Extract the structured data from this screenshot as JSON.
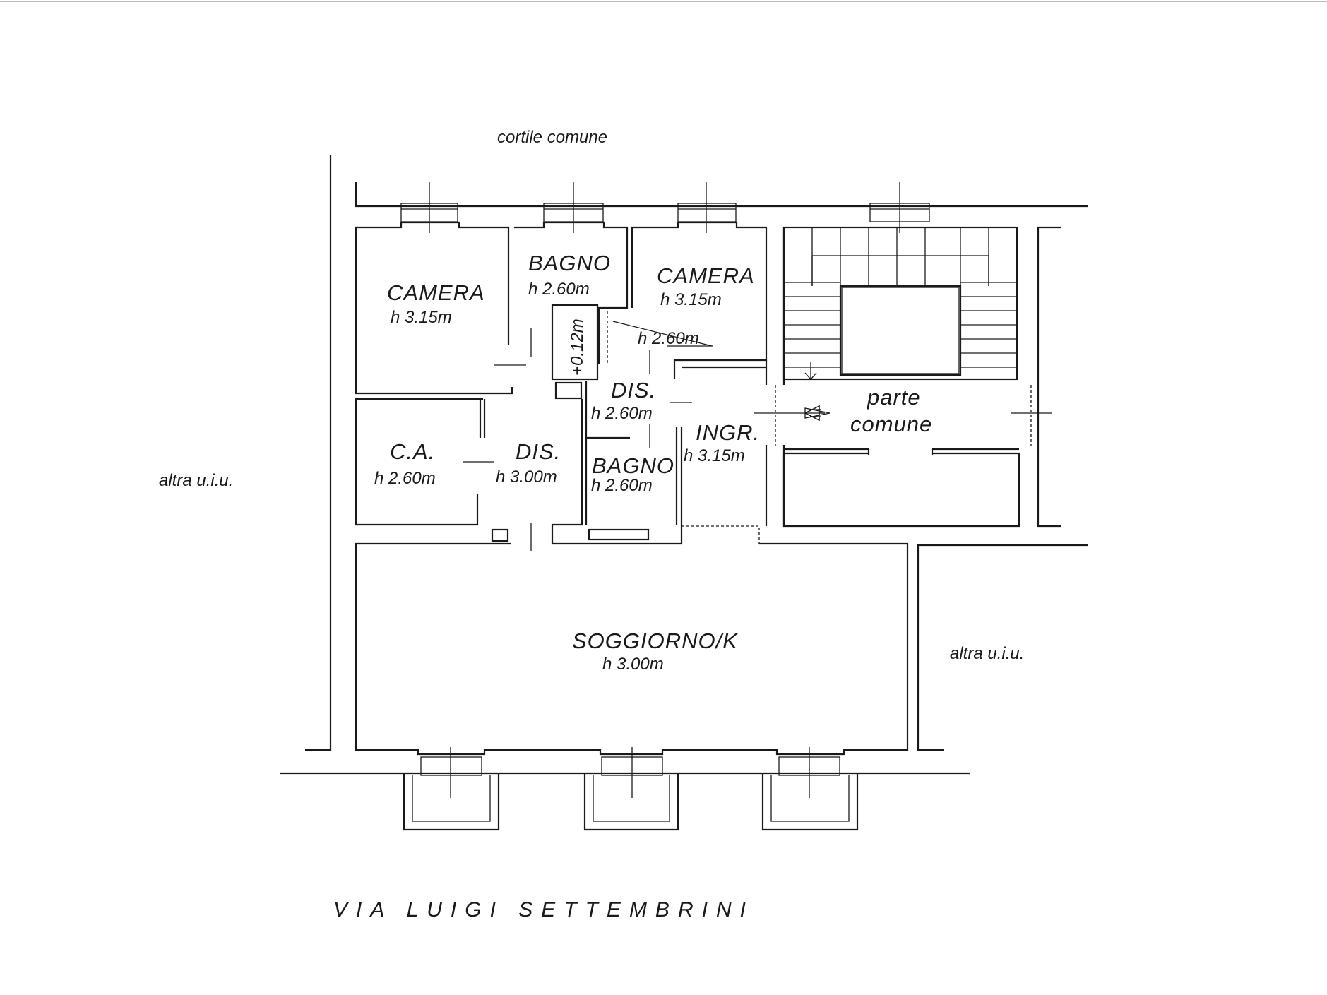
{
  "labels": {
    "courtyard": "cortile comune",
    "other_unit_left": "altra u.i.u.",
    "other_unit_right": "altra u.i.u.",
    "street": "VIA LUIGI SETTEMBRINI",
    "common_area_line1": "parte",
    "common_area_line2": "comune",
    "step_height": "+0.12m",
    "corridor_height_note": "h 2.60m"
  },
  "rooms": {
    "camera_1": {
      "name": "CAMERA",
      "height": "h 3.15m"
    },
    "bagno_1": {
      "name": "BAGNO",
      "height": "h 2.60m"
    },
    "camera_2": {
      "name": "CAMERA",
      "height": "h 3.15m"
    },
    "ca": {
      "name": "C.A.",
      "height": "h 2.60m"
    },
    "dis_1": {
      "name": "DIS.",
      "height": "h 3.00m"
    },
    "dis_2": {
      "name": "DIS.",
      "height": "h 2.60m"
    },
    "bagno_2": {
      "name": "BAGNO",
      "height": "h 2.60m"
    },
    "ingr": {
      "name": "INGR.",
      "height": "h 3.15m"
    },
    "soggiorno": {
      "name": "SOGGIORNO/K",
      "height": "h 3.00m"
    }
  }
}
